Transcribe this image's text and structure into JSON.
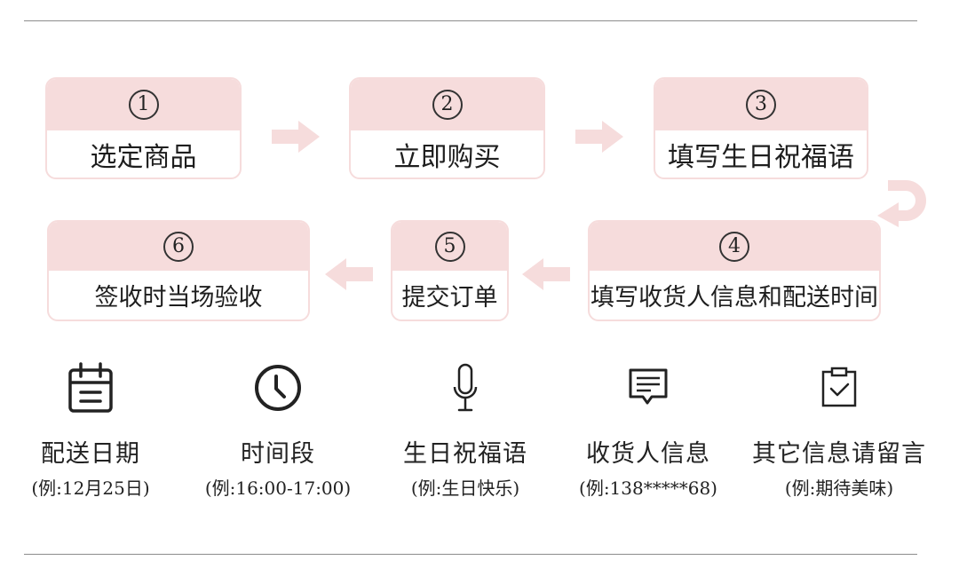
{
  "steps": [
    {
      "number": "1",
      "label": "选定商品"
    },
    {
      "number": "2",
      "label": "立即购买"
    },
    {
      "number": "3",
      "label": "填写生日祝福语"
    },
    {
      "number": "4",
      "label": "填写收货人信息和配送时间"
    },
    {
      "number": "5",
      "label": "提交订单"
    },
    {
      "number": "6",
      "label": "签收时当场验收"
    }
  ],
  "features": [
    {
      "icon": "calendar-icon",
      "title": "配送日期",
      "example": "(例:12月25日)"
    },
    {
      "icon": "clock-icon",
      "title": "时间段",
      "example": "(例:16:00-17:00)"
    },
    {
      "icon": "microphone-icon",
      "title": "生日祝福语",
      "example": "(例:生日快乐)"
    },
    {
      "icon": "message-icon",
      "title": "收货人信息",
      "example": "(例:138*****68)"
    },
    {
      "icon": "clipboard-check-icon",
      "title": "其它信息请留言",
      "example": "(例:期待美味)"
    }
  ],
  "colors": {
    "accent": "#f6dcdc",
    "text": "#222222",
    "rule": "#8c8c8c"
  }
}
